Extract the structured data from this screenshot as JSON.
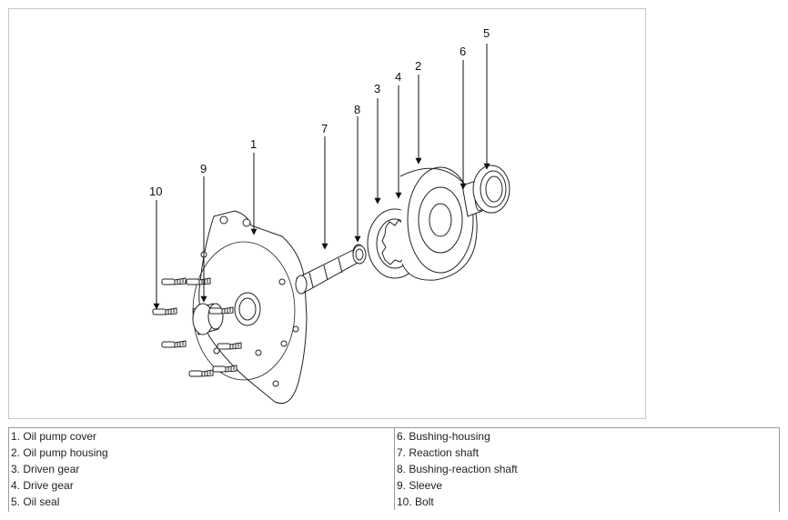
{
  "figure": {
    "callouts": [
      {
        "id": "1",
        "label": "1"
      },
      {
        "id": "2",
        "label": "2"
      },
      {
        "id": "3",
        "label": "3"
      },
      {
        "id": "4",
        "label": "4"
      },
      {
        "id": "5",
        "label": "5"
      },
      {
        "id": "6",
        "label": "6"
      },
      {
        "id": "7",
        "label": "7"
      },
      {
        "id": "8",
        "label": "8"
      },
      {
        "id": "9",
        "label": "9"
      },
      {
        "id": "10",
        "label": "10"
      }
    ]
  },
  "legend": {
    "rows": [
      {
        "left": "1. Oil pump cover",
        "right": "6. Bushing-housing"
      },
      {
        "left": "2. Oil pump housing",
        "right": "7. Reaction shaft"
      },
      {
        "left": "3. Driven gear",
        "right": "8. Bushing-reaction shaft"
      },
      {
        "left": "4. Drive gear",
        "right": "9. Sleeve"
      },
      {
        "left": "5. Oil seal",
        "right": "10. Bolt"
      }
    ]
  }
}
